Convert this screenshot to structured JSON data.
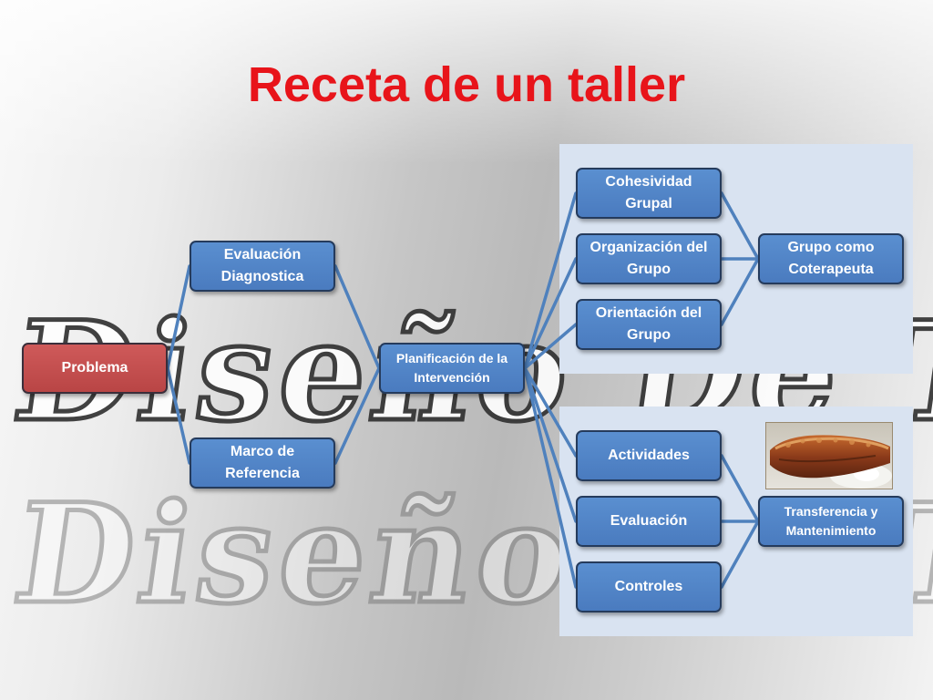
{
  "title": "Receta de un taller",
  "watermark": {
    "line1": "Diseño De Talleres",
    "line2": "Diseño De Talleres"
  },
  "nodes": {
    "problema": "Problema",
    "evaluacion_diagnostica": "Evaluación Diagnostica",
    "marco_referencia": "Marco de Referencia",
    "planificacion": "Planificación de la Intervención",
    "cohesividad": "Cohesividad Grupal",
    "organizacion": "Organización del Grupo",
    "orientacion": "Orientación del Grupo",
    "grupo_coterapeuta": "Grupo como Coterapeuta",
    "actividades": "Actividades",
    "evaluacion": "Evaluación",
    "controles": "Controles",
    "transferencia": "Transferencia y Mantenimiento"
  },
  "colors": {
    "title": "#e8141a",
    "node_blue": "#4f81bd",
    "node_red": "#c0504d",
    "connector": "#4f81bd",
    "panel": "#d9e3f1"
  },
  "image": {
    "subject": "food-photo"
  }
}
